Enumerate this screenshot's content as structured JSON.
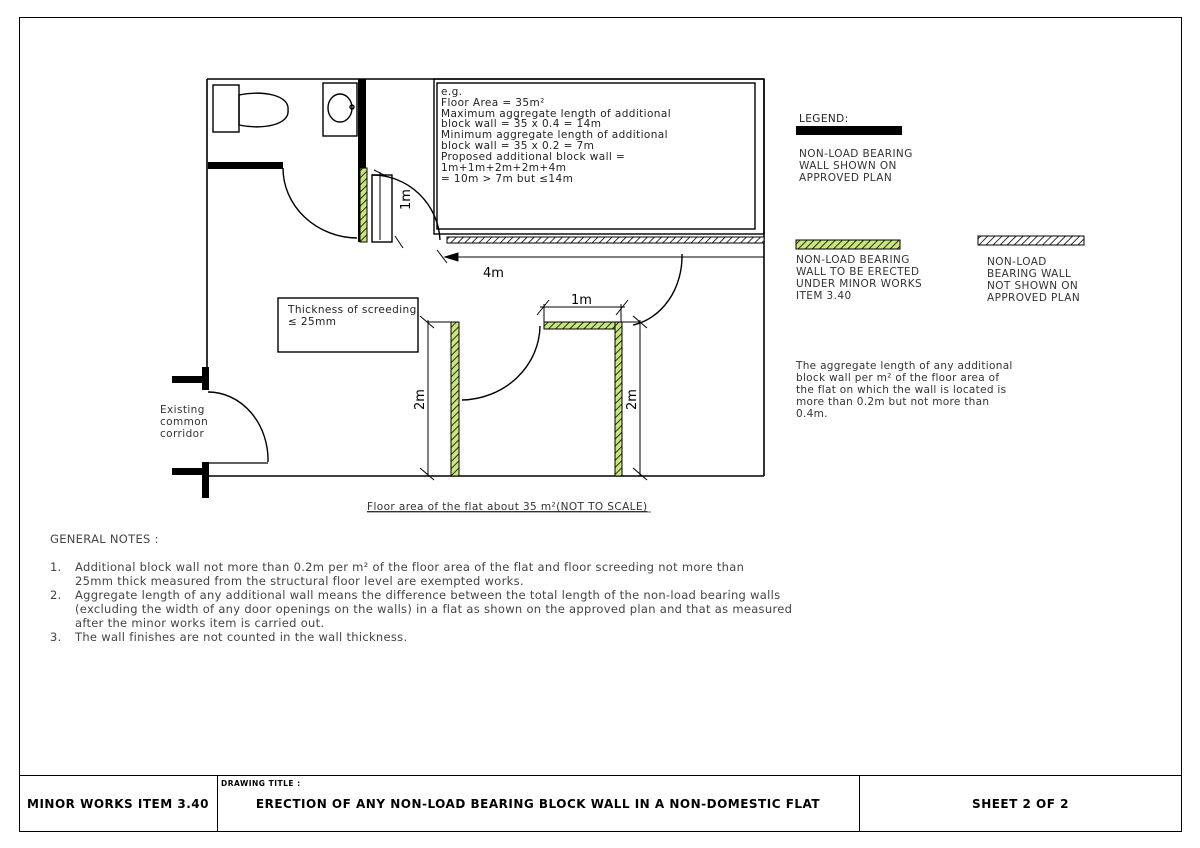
{
  "example_box": {
    "lines": [
      "e.g.",
      "Floor Area = 35m²",
      "Maximum aggregate length of additional",
      "block wall = 35 x 0.4 = 14m",
      "Minimum aggregate length of additional",
      "block wall = 35 x 0.2 = 7m",
      "Proposed additional block wall =",
      "1m+1m+2m+2m+4m",
      "= 10m > 7m but ≤14m"
    ]
  },
  "dimensions": {
    "top_left_wall": "1m",
    "long_wall": "4m",
    "top_wall": "1m",
    "left_wall": "2m",
    "right_wall": "2m"
  },
  "screeding_box": [
    "Thickness of screeding",
    "≤ 25mm"
  ],
  "corridor_label": [
    "Existing",
    "common",
    "corridor"
  ],
  "floor_caption": "Floor area of the flat about 35 m²(NOT TO SCALE)",
  "legend": {
    "title": "LEGEND:",
    "solid": [
      "NON-LOAD BEARING",
      "WALL SHOWN ON",
      "APPROVED PLAN"
    ],
    "green": [
      "NON-LOAD BEARING",
      "WALL TO BE ERECTED",
      "UNDER MINOR WORKS",
      "ITEM 3.40"
    ],
    "hatched": [
      "NON-LOAD",
      "BEARING WALL",
      "NOT SHOWN ON",
      "APPROVED PLAN"
    ]
  },
  "aggregate_note": [
    "The aggregate length of any additional",
    "block wall per m² of the floor area of",
    "the flat on which the wall is located is",
    "more than 0.2m but not more than",
    "0.4m."
  ],
  "general_notes": {
    "title": "GENERAL NOTES :",
    "items": [
      {
        "num": "1.",
        "lines": [
          "Additional block wall  not more than 0.2m per m² of the floor area of the flat and floor screeding not more than",
          "25mm thick measured from the structural floor level are exempted works."
        ]
      },
      {
        "num": "2.",
        "lines": [
          "Aggregate length of any additional wall means the difference between the total length of the non-load bearing walls",
          "(excluding the width of any door openings on the walls) in a flat as shown on the approved plan and that as measured",
          "after the minor works item is carried out."
        ]
      },
      {
        "num": "3.",
        "lines": [
          "The wall finishes are not counted in the wall thickness."
        ]
      }
    ]
  },
  "title_block": {
    "item": "MINOR WORKS ITEM 3.40",
    "drawing_title_label": "DRAWING TITLE :",
    "drawing_title": "ERECTION OF ANY NON-LOAD BEARING BLOCK WALL IN A NON-DOMESTIC FLAT",
    "sheet": "SHEET 2 OF 2"
  },
  "colors": {
    "new_wall_fill": "#c8e67a",
    "line": "#000000",
    "text": "#333333"
  }
}
